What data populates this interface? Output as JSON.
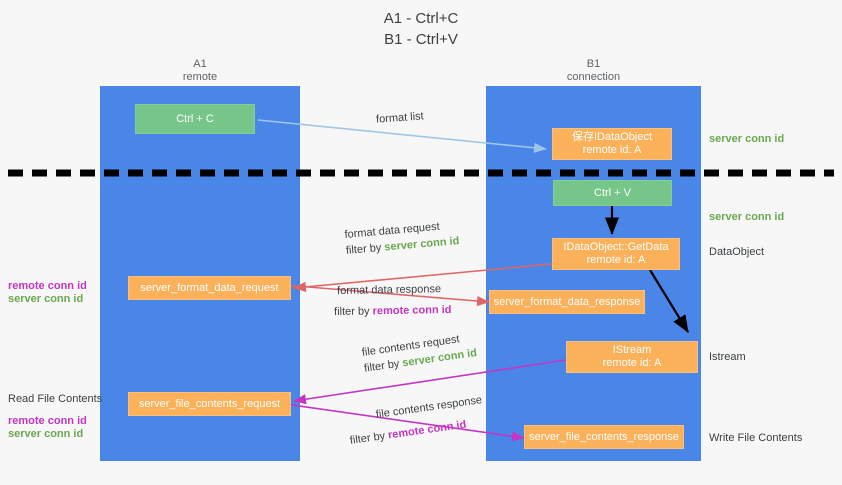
{
  "diagram": {
    "title_line1": "A1 - Ctrl+C",
    "title_line2": "B1 - Ctrl+V",
    "columns": [
      {
        "name": "A1",
        "role": "remote"
      },
      {
        "name": "B1",
        "role": "connection"
      }
    ],
    "colors": {
      "lane": "#4a86e8",
      "green_box": "#76c68a",
      "orange_box": "#fbb05a",
      "server_conn_id": "#6aa84f",
      "remote_conn_id": "#c336c3",
      "arrow_format_list": "#9fc5e8",
      "arrow_getdata": "#000000",
      "arrow_format_data": "#e06666",
      "arrow_file_contents": "#c336c3",
      "divider": "#000000",
      "background": "#f7f7f7"
    },
    "nodes": {
      "ctrl_c": "Ctrl + C",
      "ctrl_v": "Ctrl + V",
      "save_idataobject_line1": "保存IDataObject",
      "save_idataobject_line2": "remote id: A",
      "getdata_line1": "IDataObject::GetData",
      "getdata_line2": "remote id: A",
      "istream_line1": "IStream",
      "istream_line2": "remote id: A",
      "server_format_data_request": "server_format_data_request",
      "server_format_data_response": "server_format_data_response",
      "server_file_contents_request": "server_file_contents_request",
      "server_file_contents_response": "server_file_contents_response"
    },
    "edge_labels": {
      "format_list": "format list",
      "format_data_request": "format data request",
      "format_data_request_filter_prefix": "filter by ",
      "format_data_request_filter_value": "server conn id",
      "format_data_response": "format data response",
      "format_data_response_filter_prefix": "filter by ",
      "format_data_response_filter_value": "remote conn id",
      "file_contents_request": "file contents request",
      "file_contents_request_filter_prefix": "filter by ",
      "file_contents_request_filter_value": "server conn id",
      "file_contents_response": "file contents response",
      "file_contents_response_filter_prefix": "filter by ",
      "file_contents_response_filter_value": "remote conn id"
    },
    "right_annotations": {
      "server_conn_id_top": "server conn id",
      "server_conn_id_mid": "server conn id",
      "dataobject": "DataObject",
      "istream": "Istream",
      "write_file_contents": "Write File Contents"
    },
    "left_annotations": {
      "remote_conn_id_1": "remote conn id",
      "server_conn_id_1": "server conn id",
      "read_file_contents": "Read File Contents",
      "remote_conn_id_2": "remote conn id",
      "server_conn_id_2": "server conn id"
    }
  }
}
